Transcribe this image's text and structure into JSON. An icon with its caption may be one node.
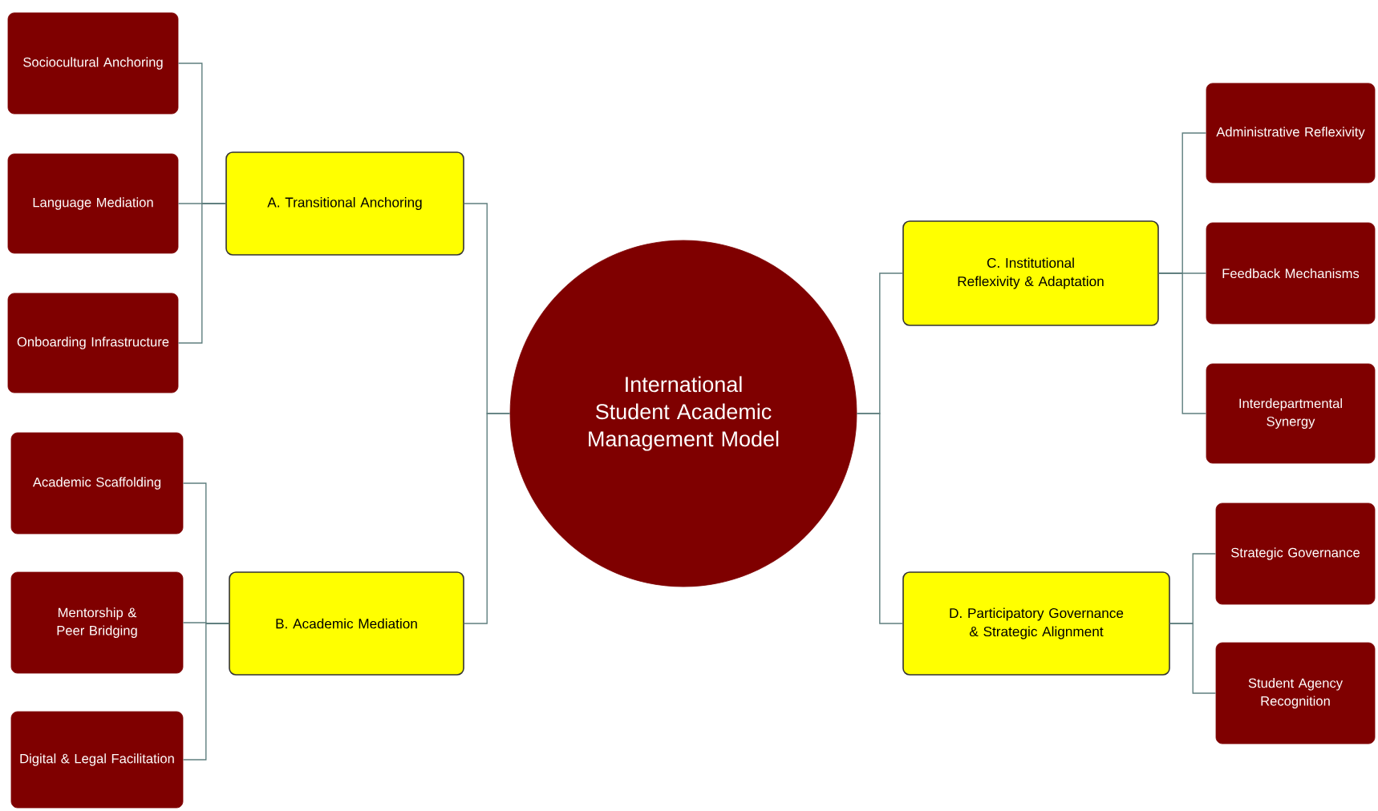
{
  "diagram": {
    "nodes": [
      {
        "text": [
          "International Student Academic Management Model"
        ]
      },
      {
        "text": [
          "A. Transitional Anchoring"
        ]
      },
      {
        "text": [
          "Sociocultural Anchoring"
        ]
      },
      {
        "text": [
          "Language Mediation"
        ]
      },
      {
        "text": [
          "Onboarding Infrastructure"
        ]
      },
      {
        "text": [
          "B. Academic Mediation"
        ]
      },
      {
        "text": [
          "Academic Scaffolding"
        ]
      },
      {
        "text": [
          "Mentorship & Peer Bridging"
        ]
      },
      {
        "text": [
          "Digital & Legal Facilitation"
        ]
      },
      {
        "text": [
          "C. Institutional Reflexivity & Adaptation"
        ]
      },
      {
        "text": [
          "Administrative Reflexivity"
        ]
      },
      {
        "text": [
          "Feedback Mechanisms"
        ]
      },
      {
        "text": [
          "Interdepartmental Synergy"
        ]
      },
      {
        "text": [
          "D. Participatory Governance & Strategic Alignment"
        ]
      },
      {
        "text": [
          "Strategic Governance"
        ]
      },
      {
        "text": [
          "Student Agency Recognition"
        ]
      }
    ],
    "edges": [
      {
        "from": 0,
        "to": 1,
        "arrow": "none"
      },
      {
        "from": 1,
        "to": 2,
        "arrow": "none"
      },
      {
        "from": 1,
        "to": 3,
        "arrow": "none"
      },
      {
        "from": 1,
        "to": 4,
        "arrow": "none"
      },
      {
        "from": 0,
        "to": 5,
        "arrow": "none"
      },
      {
        "from": 5,
        "to": 6,
        "arrow": "none"
      },
      {
        "from": 5,
        "to": 7,
        "arrow": "none"
      },
      {
        "from": 5,
        "to": 8,
        "arrow": "none"
      },
      {
        "from": 0,
        "to": 9,
        "arrow": "none"
      },
      {
        "from": 9,
        "to": 10,
        "arrow": "none"
      },
      {
        "from": 9,
        "to": 11,
        "arrow": "none"
      },
      {
        "from": 9,
        "to": 12,
        "arrow": "none"
      },
      {
        "from": 0,
        "to": 13,
        "arrow": "none"
      },
      {
        "from": 13,
        "to": 14,
        "arrow": "none"
      },
      {
        "from": 13,
        "to": 15,
        "arrow": "none"
      }
    ]
  }
}
